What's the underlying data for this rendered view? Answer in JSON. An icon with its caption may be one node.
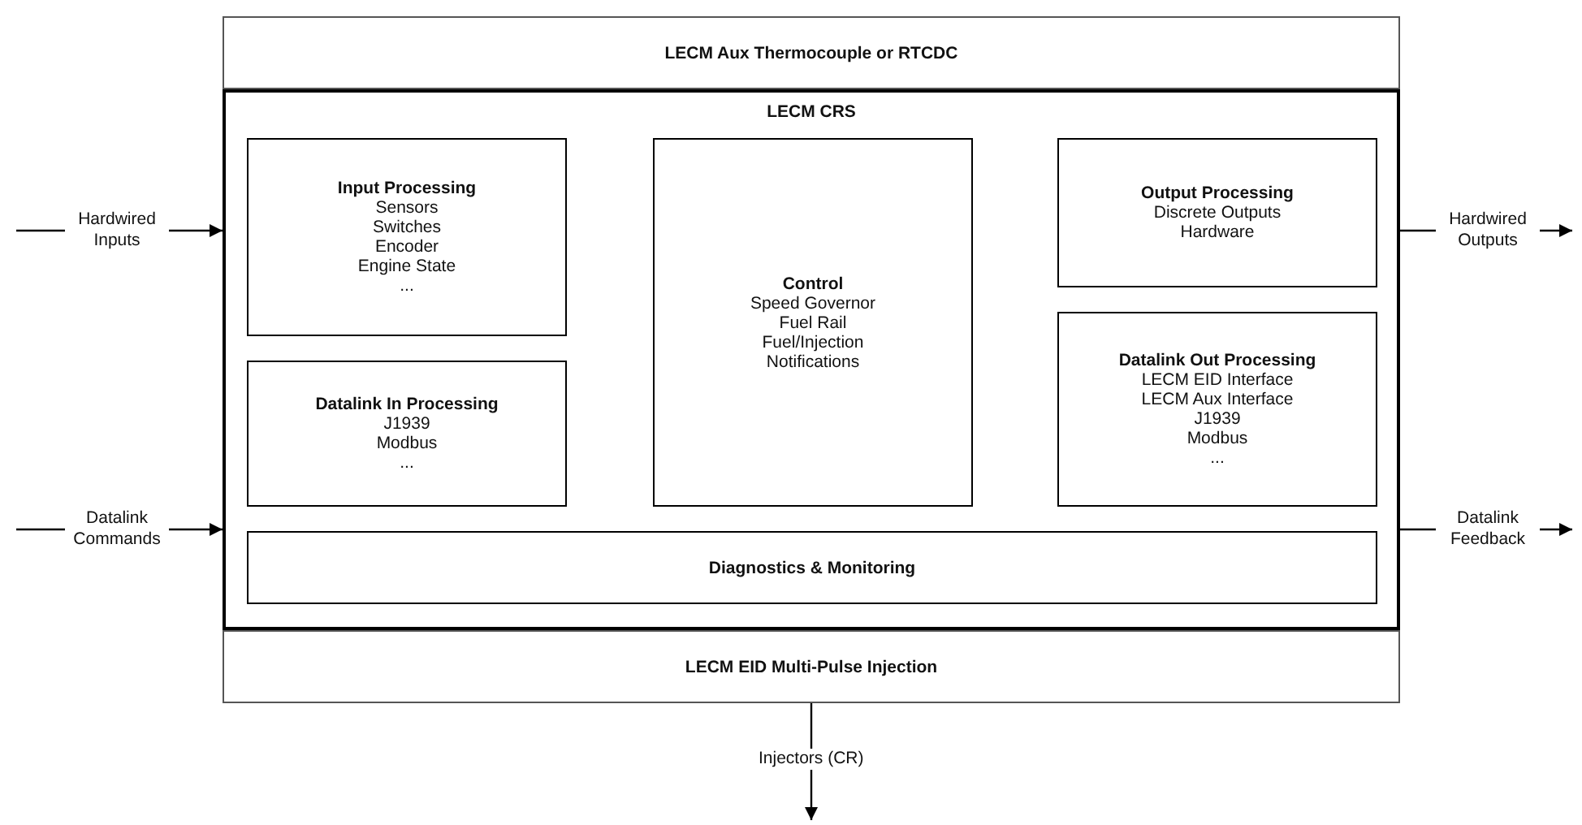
{
  "diagram": {
    "nodes": [
      {
        "text": [],
        "shape": "box"
      },
      {
        "text": [
          "LECM Aux Thermocouple or RTCDC"
        ],
        "in": 0
      },
      {
        "text": [
          "LECM CRS"
        ],
        "in": 0
      },
      {
        "text": [
          "Input Processing",
          "Sensors",
          "Switches",
          "Encoder",
          "Engine State",
          "..."
        ],
        "in": 2
      },
      {
        "text": [
          "Datalink In Processing",
          "J1939",
          "Modbus",
          "..."
        ],
        "in": 2
      },
      {
        "text": [
          "Control",
          "Speed Governor",
          "Fuel Rail",
          "Fuel/Injection",
          "Notifications"
        ],
        "in": 2
      },
      {
        "text": [
          "Output Processing",
          "Discrete Outputs",
          "Hardware"
        ],
        "in": 2
      },
      {
        "text": [
          "Datalink Out Processing",
          "LECM EID Interface",
          "LECM Aux Interface",
          "J1939",
          "Modbus",
          "..."
        ],
        "in": 2
      },
      {
        "text": [
          "Diagnostics & Monitoring"
        ],
        "in": 2
      },
      {
        "text": [
          "LECM EID Multi-Pulse Injection"
        ],
        "in": 0
      }
    ],
    "edges": [
      {
        "from": null,
        "to": 2,
        "arrow": "to",
        "label": "Hardwired Inputs"
      },
      {
        "from": null,
        "to": 2,
        "arrow": "to",
        "label": "Datalink Commands"
      },
      {
        "from": 2,
        "to": null,
        "arrow": "to",
        "label": "Hardwired Outputs"
      },
      {
        "from": 2,
        "to": null,
        "arrow": "to",
        "label": "Datalink Feedback"
      },
      {
        "from": 9,
        "to": null,
        "arrow": "to",
        "label": "Injectors (CR)"
      }
    ]
  }
}
